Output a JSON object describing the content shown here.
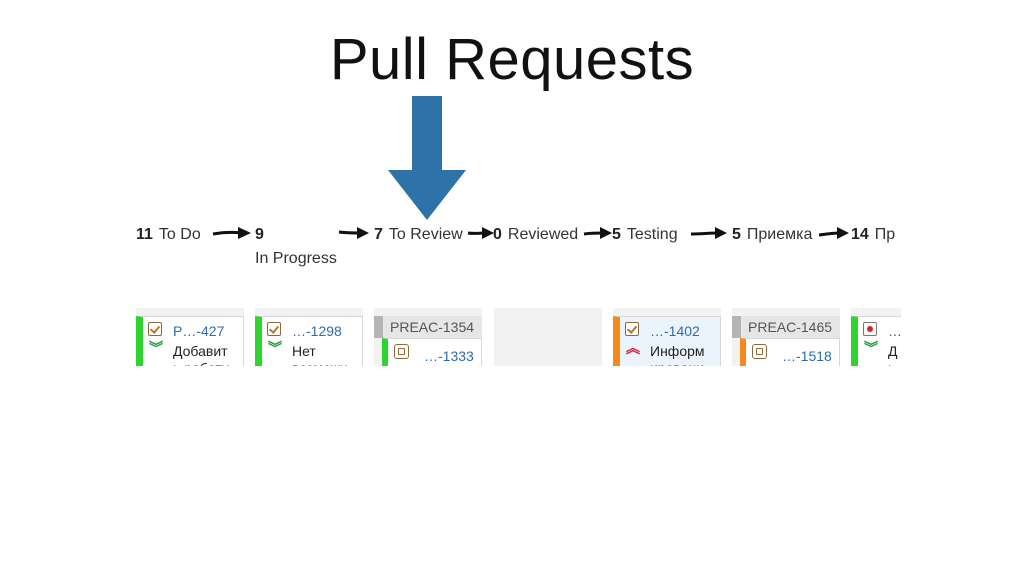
{
  "slide": {
    "title": "Pull Requests"
  },
  "indicator": {
    "icon": "arrow-down-icon",
    "color": "#2e73a8"
  },
  "columns": [
    {
      "count": "11",
      "name": "To Do",
      "sub": ""
    },
    {
      "count": "9",
      "name": "",
      "sub": "In Progress"
    },
    {
      "count": "7",
      "name": "To Review",
      "sub": ""
    },
    {
      "count": "0",
      "name": "Reviewed",
      "sub": ""
    },
    {
      "count": "5",
      "name": "Testing",
      "sub": ""
    },
    {
      "count": "5",
      "name": "Приемка",
      "sub": ""
    },
    {
      "count": "14",
      "name": "Пр",
      "sub": ""
    }
  ],
  "cards": {
    "todo": {
      "key": "P…-427",
      "text": "Добавит\nь работу",
      "icon": "task-icon",
      "priority": "lowest-priority-icon"
    },
    "inprogress": {
      "key": "…-1298",
      "text": "Нет\nвозможн",
      "icon": "task-icon",
      "priority": "lowest-priority-icon"
    },
    "toreview": {
      "parent": "PREAC-1354",
      "key": "…-1333",
      "icon": "subtask-icon"
    },
    "testing": {
      "key": "…-1402",
      "text": "Информ\nировани",
      "icon": "task-icon",
      "priority": "highest-priority-icon"
    },
    "priemka": {
      "parent": "PREAC-1465",
      "key": "…-1518",
      "icon": "subtask-icon"
    },
    "last": {
      "key": "…",
      "text": "Д\nь",
      "icon": "bug-icon",
      "priority": "lowest-priority-icon"
    }
  },
  "colors": {
    "green": "#2ed52e",
    "orange": "#f5891e",
    "link": "#2d6cb2"
  }
}
